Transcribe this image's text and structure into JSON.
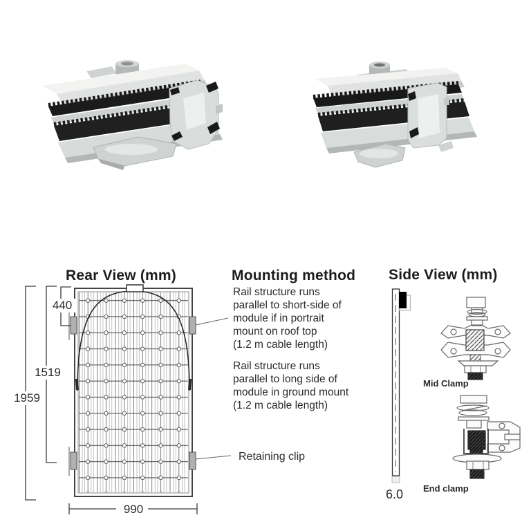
{
  "colors": {
    "ink": "#222222",
    "line": "#3a3a3a",
    "aluminum_light": "#f2f2f0",
    "aluminum": "#d7dbda",
    "aluminum_dark": "#b6bab9",
    "rubber_black": "#1c1c1c",
    "clip_gray": "#b0b0b0"
  },
  "top_renders": {
    "left": "mid-clamp 3d render",
    "right": "end-clamp 3d render"
  },
  "rear_view": {
    "title": "Rear View (mm)",
    "dim_top_offset": "440",
    "dim_clip_span": "1519",
    "dim_total_height": "1959",
    "dim_width": "990",
    "grid": {
      "columns": 6,
      "rows": 12
    }
  },
  "mounting_method": {
    "title": "Mounting method",
    "paragraph1": "Rail structure runs\nparallel to short-side of\nmodule if in portrait\nmount on roof top\n(1.2 m cable length)",
    "paragraph2": "Rail structure runs\nparallel to long side of\nmodule in ground mount\n(1.2 m cable length)",
    "retaining_clip": "Retaining clip"
  },
  "side_view": {
    "title": "Side View (mm)",
    "thickness": "6.0",
    "mid_clamp": "Mid Clamp",
    "end_clamp": "End clamp"
  }
}
